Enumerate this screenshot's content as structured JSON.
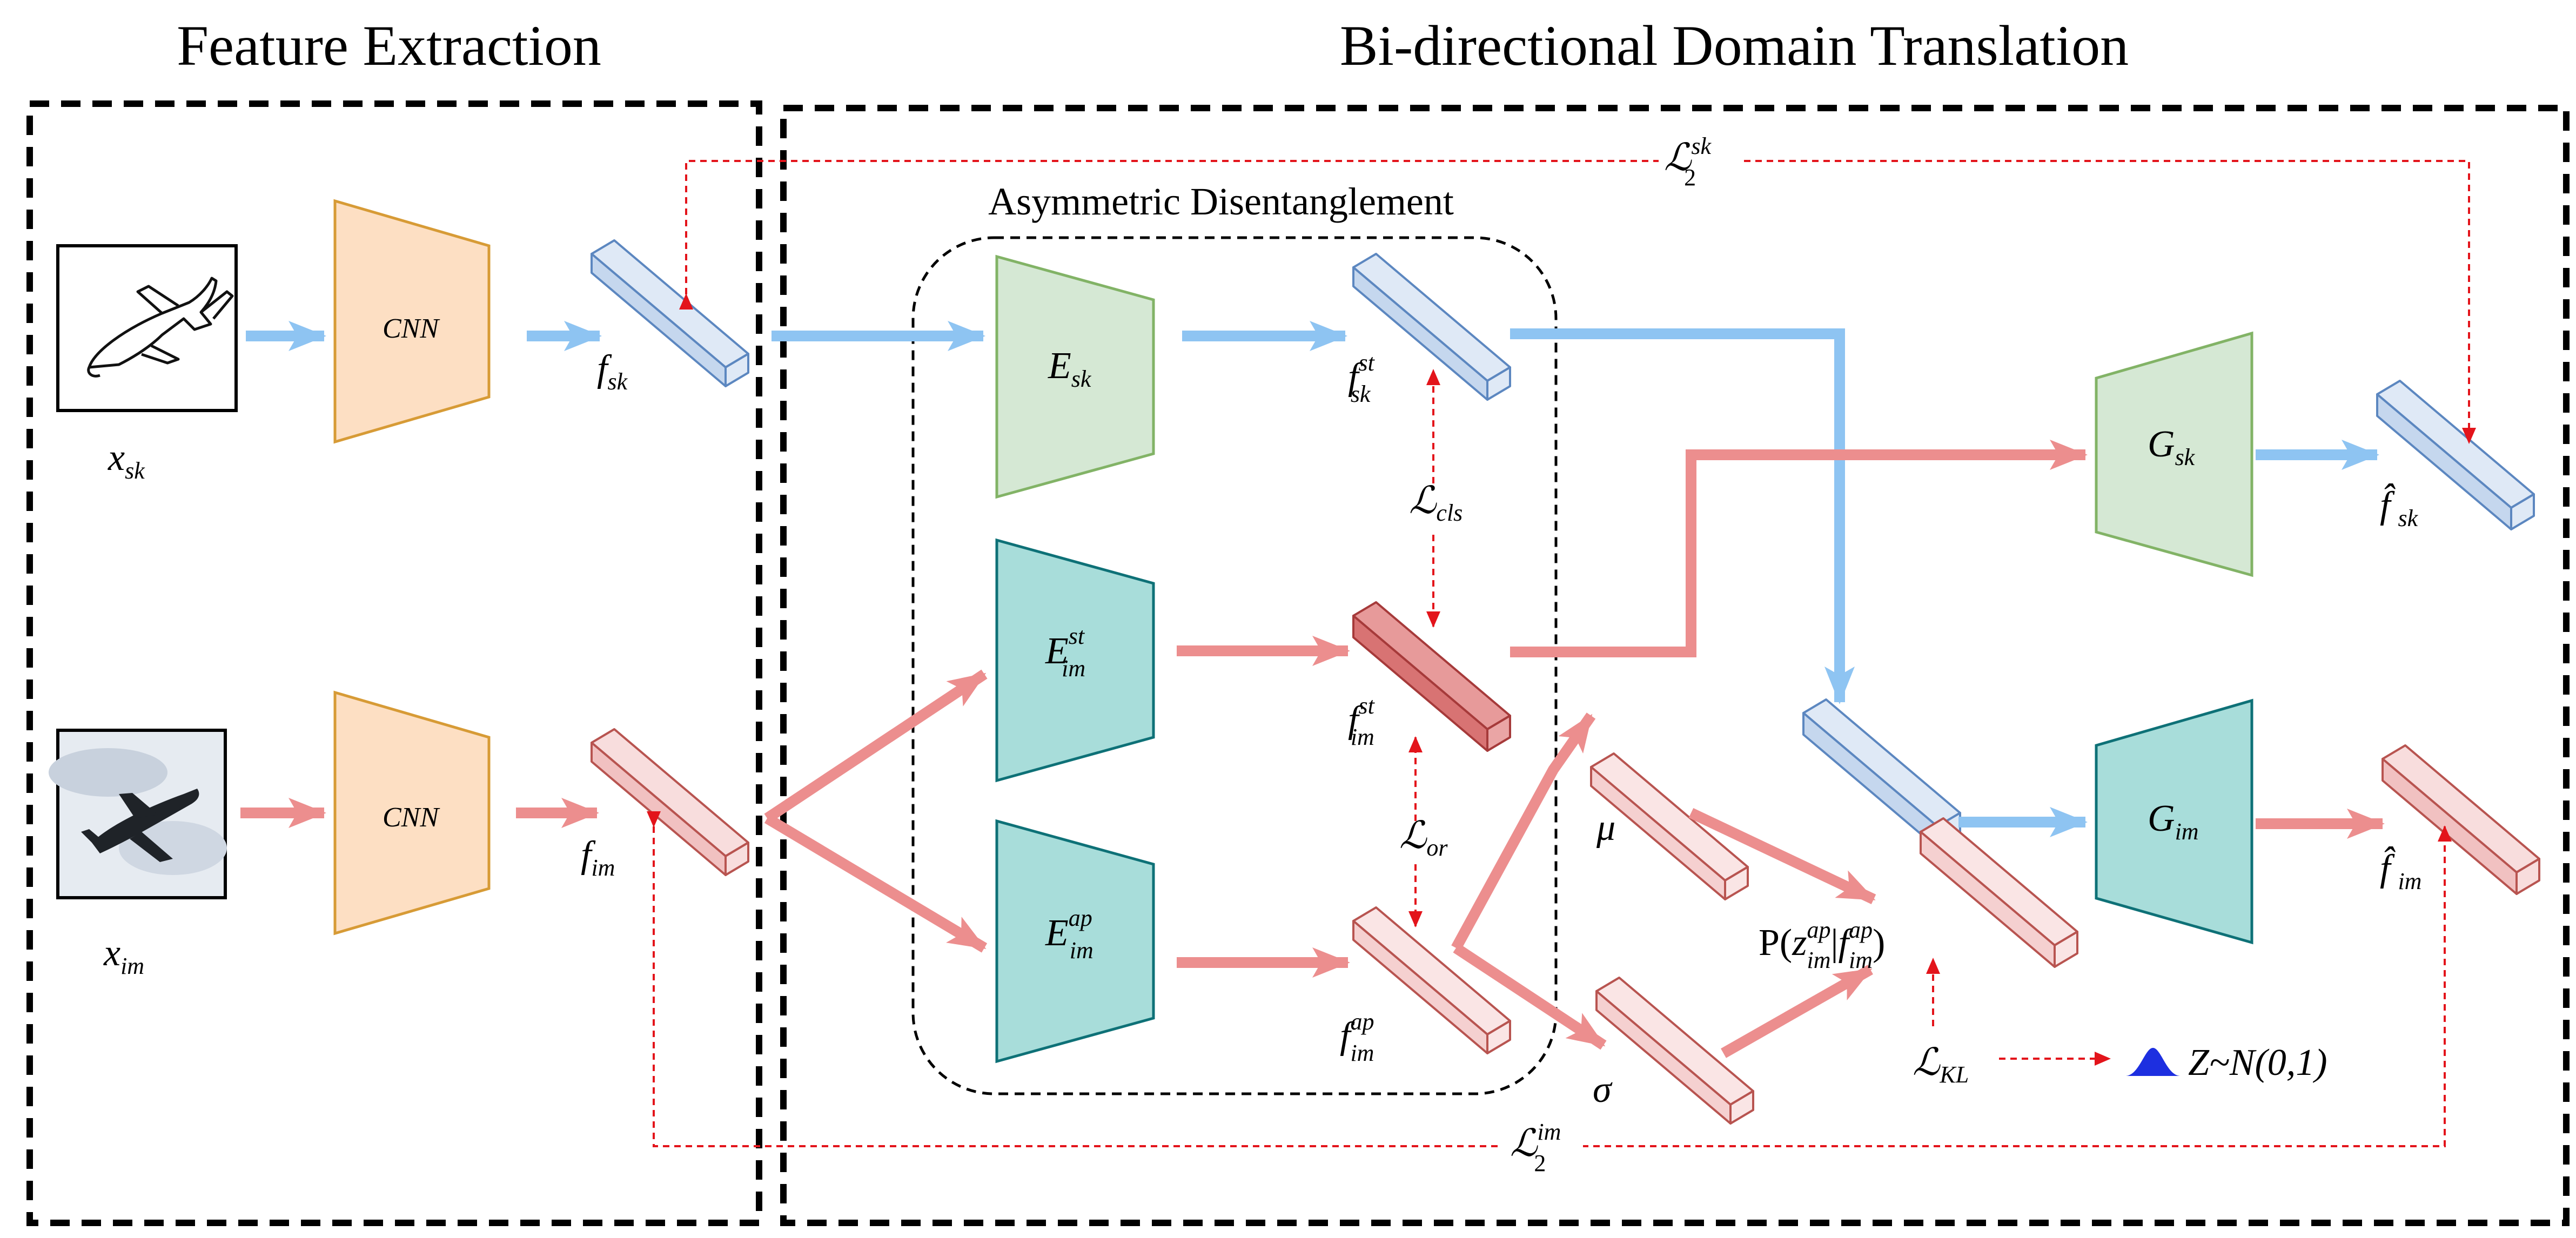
{
  "colors": {
    "blue_arrow": "#8ec4f2",
    "red_arrow": "#ec8e8e",
    "loss_red": "#e3141b",
    "cnn_fill": "#fddfc3",
    "cnn_stroke": "#d79b36",
    "enc_green_fill": "#d5e8d4",
    "enc_green_stroke": "#82b366",
    "enc_teal_fill": "#a8ddda",
    "enc_teal_stroke": "#0e7177",
    "vec_blue_fill": "#c5d7ee",
    "vec_blue_stroke": "#5c87c0",
    "vec_red_fill": "#f5d0d0",
    "vec_red_stroke": "#b85450",
    "vec_darkred_fill": "#e07c7c",
    "vec_darkred_stroke": "#a63a3a",
    "gaussian": "#1d2fe0"
  },
  "titles": {
    "feature_extraction": "Feature Extraction",
    "domain_translation": "Bi-directional Domain Translation",
    "disentanglement": "Asymmetric Disentanglement"
  },
  "inputs": {
    "sketch_icon": "airplane-sketch-image",
    "photo_icon": "airplane-photo-image",
    "x_sk": {
      "base": "x",
      "sub": "sk"
    },
    "x_im": {
      "base": "x",
      "sub": "im"
    }
  },
  "modules": {
    "cnn_top": "CNN",
    "cnn_bottom": "CNN",
    "E_sk": {
      "base": "E",
      "sub": "sk"
    },
    "E_im_st": {
      "base": "E",
      "sup": "st",
      "sub": "im"
    },
    "E_im_ap": {
      "base": "E",
      "sup": "ap",
      "sub": "im"
    },
    "G_sk": {
      "base": "G",
      "sub": "sk"
    },
    "G_im": {
      "base": "G",
      "sub": "im"
    }
  },
  "features": {
    "f_sk": {
      "base": "f",
      "sub": "sk"
    },
    "f_im": {
      "base": "f",
      "sub": "im"
    },
    "f_sk_st": {
      "base": "f",
      "sup": "st",
      "sub": "sk"
    },
    "f_im_st": {
      "base": "f",
      "sup": "st",
      "sub": "im"
    },
    "f_im_ap": {
      "base": "f",
      "sup": "ap",
      "sub": "im"
    },
    "mu": "μ",
    "sigma": "σ",
    "fhat_sk": {
      "base": "f̂",
      "sub": "sk"
    },
    "fhat_im": {
      "base": "f̂",
      "sub": "im"
    }
  },
  "losses": {
    "L2_sk": {
      "base": "ℒ",
      "sub": "2",
      "sup": "sk"
    },
    "L2_im": {
      "base": "ℒ",
      "sub": "2",
      "sup": "im"
    },
    "L_cls": {
      "base": "ℒ",
      "sub": "cls"
    },
    "L_or": {
      "base": "ℒ",
      "sub": "or"
    },
    "L_KL": {
      "base": "ℒ",
      "sub": "KL"
    }
  },
  "distribution": {
    "posterior_prefix": "P(",
    "z": "z",
    "z_sup": "ap",
    "z_sub": "im",
    "bar": "|",
    "f": "f",
    "f_sup": "ap",
    "f_sub": "im",
    "close": ")",
    "prior": "Z~N(0,1)"
  }
}
